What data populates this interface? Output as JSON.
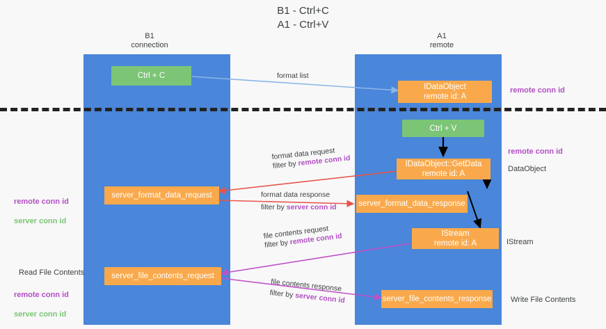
{
  "title": "B1 - Ctrl+C\nA1 - Ctrl+V",
  "columns": {
    "left": {
      "name": "B1",
      "sub": "connection",
      "label": "B1\nconnection"
    },
    "right": {
      "name": "A1",
      "sub": "remote",
      "label": "A1\nremote"
    }
  },
  "colors": {
    "lane": "#4a86d9",
    "green_box": "#7cc576",
    "orange_box": "#f9a94b",
    "purple_text": "#b24fc4",
    "green_text": "#7cc576",
    "blue_arrow": "#8ab6e8",
    "red_arrow": "#e8564a",
    "magenta_arrow": "#c050c8",
    "black_arrow": "#000000",
    "divider": "#222222",
    "background": "#f8f8f8"
  },
  "boxes": {
    "ctrl_c": "Ctrl + C",
    "ctrl_v": "Ctrl + V",
    "idataobject": "IDataObject\nremote id: A",
    "idataobject_getdata": "IDataObject::GetData\nremote id: A",
    "istream": "IStream\nremote id: A",
    "server_format_data_request": "server_format_data_request",
    "server_format_data_response": "server_format_data_response",
    "server_file_contents_request": "server_file_contents_request",
    "server_file_contents_response": "server_file_contents_response"
  },
  "edge_labels": {
    "format_list": "format list",
    "format_data_request": "format data request",
    "format_data_request_filter_prefix": "filter by ",
    "format_data_request_filter_key": "remote conn id",
    "format_data_response": "format data response",
    "format_data_response_filter_prefix": "filter by ",
    "format_data_response_filter_key": "server conn id",
    "file_contents_request": "file contents request",
    "file_contents_request_filter_prefix": "filter by ",
    "file_contents_request_filter_key": "remote conn id",
    "file_contents_response": "file contents response",
    "file_contents_response_filter_prefix": "filter by ",
    "file_contents_response_filter_key": "server conn id"
  },
  "side_labels": {
    "right_remote_conn_id_top": "remote conn id",
    "right_remote_conn_id_mid": "remote conn id",
    "right_dataobject": "DataObject",
    "right_istream": "IStream",
    "right_write_file_contents": "Write File Contents",
    "left_conn_ids_1": {
      "line1": "remote conn id",
      "line2": "server conn id"
    },
    "left_read_file_contents": "Read File Contents",
    "left_conn_ids_2": {
      "line1": "remote conn id",
      "line2": "server conn id"
    }
  }
}
